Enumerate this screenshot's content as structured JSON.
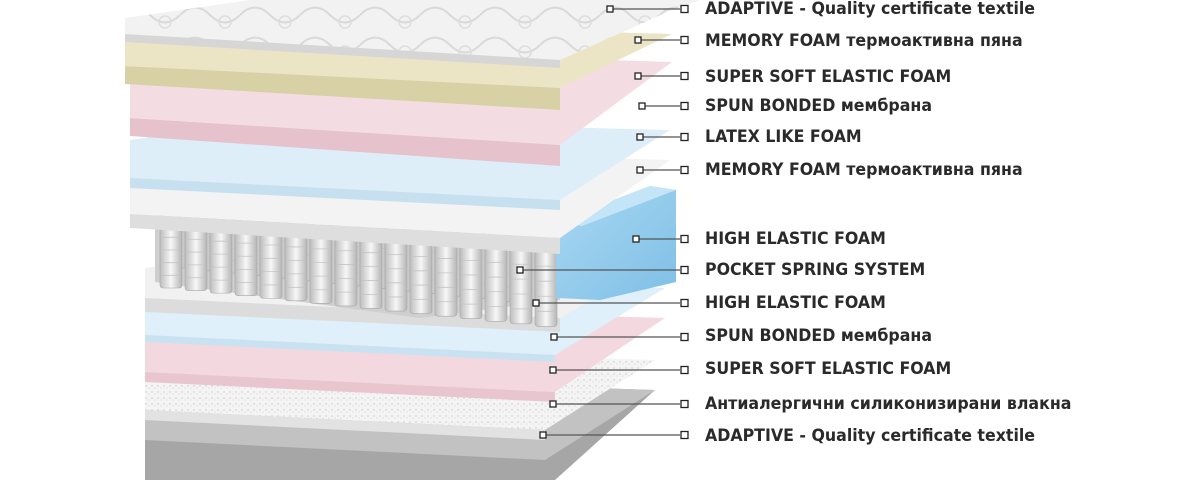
{
  "layers": [
    {
      "label": "ADAPTIVE - Quality certificate textile"
    },
    {
      "label": "MEMORY FOAM термоактивна пяна"
    },
    {
      "label": "SUPER SOFT ELASTIC FOAM"
    },
    {
      "label": "SPUN BONDED мембрана"
    },
    {
      "label": "LATEX LIKE FOAM"
    },
    {
      "label": "MEMORY FOAM термоактивна пяна"
    },
    {
      "label": "HIGH ELASTIC FOAM"
    },
    {
      "label": "POCKET SPRING SYSTEM"
    },
    {
      "label": "HIGH ELASTIC FOAM"
    },
    {
      "label": "SPUN BONDED мембрана"
    },
    {
      "label": "SUPER SOFT ELASTIC FOAM"
    },
    {
      "label": "Антиалергични силиконизирани влакна"
    },
    {
      "label": "ADAPTIVE - Quality certificate textile"
    }
  ],
  "colors": {
    "quilted_textile": "#eeeeee",
    "memory_foam": "#e8e2c2",
    "super_soft_foam": "#f2dbe0",
    "spun_bonded": "#dceef8",
    "latex_like": "#eeeeee",
    "high_elastic": "#8ec8ea",
    "spring": "#d8d8d8",
    "base": "#9a9a9a",
    "leader": "#555555"
  }
}
